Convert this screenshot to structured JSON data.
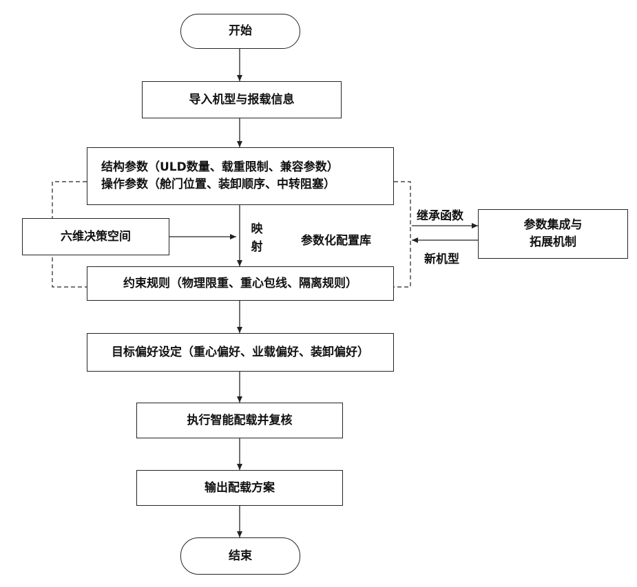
{
  "nodes": {
    "start": "开始",
    "import": "导入机型与报载信息",
    "structure_params": "结构参数（ULD数量、载重限制、兼容参数）",
    "operation_params": "操作参数（舱门位置、装卸顺序、中转阻塞）",
    "six_dim_space": "六维决策空间",
    "constraint_rules": "约束规则（物理限重、重心包线、隔离规则）",
    "objective": "目标偏好设定（重心偏好、业载偏好、装卸偏好）",
    "execute": "执行智能配载并复核",
    "output": "输出配载方案",
    "end": "结束",
    "integration_line1": "参数集成与",
    "integration_line2": "拓展机制"
  },
  "labels": {
    "mapping": "映射",
    "config_library": "参数化配置库",
    "inherit_function": "继承函数",
    "new_model": "新机型"
  },
  "colors": {
    "stroke": "#222222",
    "background": "#ffffff"
  }
}
